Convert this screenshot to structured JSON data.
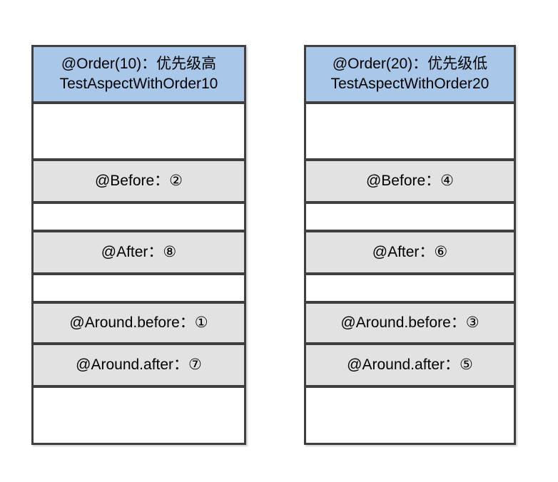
{
  "diagram": {
    "description_colors": {
      "header_bg": "#a9c8e9",
      "gray_row_bg": "#e2e2e2",
      "white_row_bg": "#ffffff",
      "border": "#3f3f3f",
      "text": "#000000",
      "canvas_bg": "#ffffff"
    },
    "columns": [
      {
        "header_line1": "@Order(10)：优先级高",
        "header_line2": "TestAspectWithOrder10",
        "before": "@Before：②",
        "after": "@After：⑧",
        "around_before": "@Around.before：①",
        "around_after": "@Around.after：⑦"
      },
      {
        "header_line1": "@Order(20)：优先级低",
        "header_line2": "TestAspectWithOrder20",
        "before": "@Before：④",
        "after": "@After：⑥",
        "around_before": "@Around.before：③",
        "around_after": "@Around.after：⑤"
      }
    ]
  }
}
